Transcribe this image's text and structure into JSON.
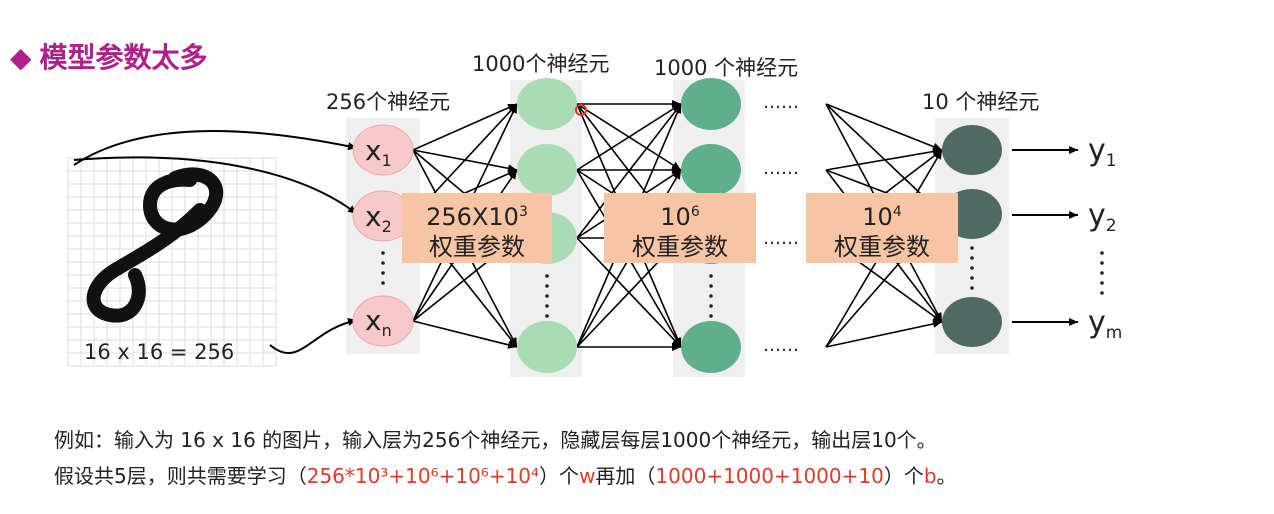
{
  "title": "模型参数太多",
  "layers": {
    "input_label": "256个神经元",
    "hidden1_label": "1000个神经元",
    "hidden2_label": "1000 个神经元",
    "output_label": "10 个神经元"
  },
  "input_nodes": [
    "x1",
    "x2",
    "xn"
  ],
  "output_nodes": [
    "y1",
    "y2",
    "ym"
  ],
  "image_caption": "16 x 16 = 256",
  "ellipsis": "……",
  "weight_boxes": [
    {
      "top": "256X10",
      "sup": "3",
      "bottom": "权重参数"
    },
    {
      "top": "10",
      "sup": "6",
      "bottom": "权重参数"
    },
    {
      "top": "10",
      "sup": "4",
      "bottom": "权重参数"
    }
  ],
  "notes": {
    "line1": "例如：输入为 16 x 16 的图片，输入层为256个神经元，隐藏层每层1000个神经元，输出层10个。",
    "line2_prefix": "假设共5层，则共需要学习（",
    "line2_weights": "256*10³+10⁶+10⁶+10⁴",
    "line2_mid1": "）个",
    "line2_w": "w",
    "line2_mid2": "再加（",
    "line2_biases": "1000+1000+1000+10",
    "line2_mid3": "）个",
    "line2_b": "b",
    "line2_end": "。"
  },
  "colors": {
    "title": "#b0208a",
    "input_node": "#f7c9c9",
    "hidden1_node": "#a9dcb4",
    "hidden2_node": "#5fae8c",
    "output_node": "#4d6b63",
    "weight_box": "#f8c5a4",
    "highlight": "#e23a2a"
  }
}
